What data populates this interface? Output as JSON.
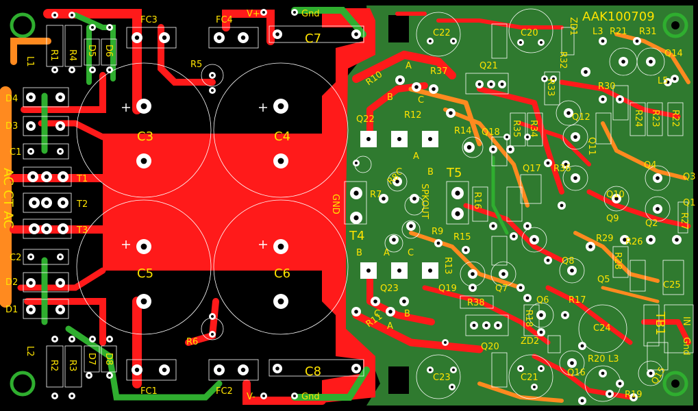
{
  "board": {
    "title": "AAK100709",
    "colors": {
      "background": "#000000",
      "copper_top": "#ff1a1a",
      "copper_bottom": "#20a020",
      "ground_fill": "#2f7a2f",
      "silkscreen": "#ffffff",
      "designator": "#ffe400",
      "trace_orange": "#ff8a1f"
    }
  },
  "labels": {
    "power_rails": {
      "vplus": "V+",
      "vminus": "V-",
      "gnd_top": "Gnd",
      "gnd_bottom": "Gnd"
    },
    "ac_label": "AC CT AC",
    "gnd_vertical": "GND",
    "spkout": "SPKOUT",
    "in_label": "IN",
    "gnd_right": "Gnd"
  },
  "components": [
    {
      "ref": "FC3"
    },
    {
      "ref": "FC4"
    },
    {
      "ref": "C7"
    },
    {
      "ref": "R5"
    },
    {
      "ref": "C3"
    },
    {
      "ref": "C4"
    },
    {
      "ref": "C5"
    },
    {
      "ref": "C6"
    },
    {
      "ref": "R6"
    },
    {
      "ref": "FC1"
    },
    {
      "ref": "FC2"
    },
    {
      "ref": "C8"
    },
    {
      "ref": "R1"
    },
    {
      "ref": "R4"
    },
    {
      "ref": "D5"
    },
    {
      "ref": "D6"
    },
    {
      "ref": "L1"
    },
    {
      "ref": "D4"
    },
    {
      "ref": "D3"
    },
    {
      "ref": "C1"
    },
    {
      "ref": "T1"
    },
    {
      "ref": "T2"
    },
    {
      "ref": "T3"
    },
    {
      "ref": "C2"
    },
    {
      "ref": "D2"
    },
    {
      "ref": "D1"
    },
    {
      "ref": "L2"
    },
    {
      "ref": "R2"
    },
    {
      "ref": "R3"
    },
    {
      "ref": "D7"
    },
    {
      "ref": "D8"
    },
    {
      "ref": "C22"
    },
    {
      "ref": "C20"
    },
    {
      "ref": "R10"
    },
    {
      "ref": "R37"
    },
    {
      "ref": "Q21"
    },
    {
      "ref": "Q22"
    },
    {
      "ref": "R12"
    },
    {
      "ref": "R14"
    },
    {
      "ref": "Q18"
    },
    {
      "ref": "T5"
    },
    {
      "ref": "R7"
    },
    {
      "ref": "R8"
    },
    {
      "ref": "R9"
    },
    {
      "ref": "T4"
    },
    {
      "ref": "R15"
    },
    {
      "ref": "R13"
    },
    {
      "ref": "Q19"
    },
    {
      "ref": "Q23"
    },
    {
      "ref": "R38"
    },
    {
      "ref": "R11"
    },
    {
      "ref": "Q20"
    },
    {
      "ref": "C23"
    },
    {
      "ref": "C21"
    },
    {
      "ref": "ZD1"
    },
    {
      "ref": "ZD2"
    },
    {
      "ref": "L3"
    },
    {
      "ref": "R21"
    },
    {
      "ref": "R31"
    },
    {
      "ref": "Q14"
    },
    {
      "ref": "R32"
    },
    {
      "ref": "R30"
    },
    {
      "ref": "Q12"
    },
    {
      "ref": "Q11"
    },
    {
      "ref": "R24"
    },
    {
      "ref": "R23"
    },
    {
      "ref": "R22"
    },
    {
      "ref": "R33"
    },
    {
      "ref": "R35"
    },
    {
      "ref": "R34"
    },
    {
      "ref": "R36"
    },
    {
      "ref": "Q17"
    },
    {
      "ref": "Q10"
    },
    {
      "ref": "Q4"
    },
    {
      "ref": "Q3"
    },
    {
      "ref": "Q1"
    },
    {
      "ref": "Q9"
    },
    {
      "ref": "Q2"
    },
    {
      "ref": "R29"
    },
    {
      "ref": "R26"
    },
    {
      "ref": "R27"
    },
    {
      "ref": "R16"
    },
    {
      "ref": "Q8"
    },
    {
      "ref": "Q5"
    },
    {
      "ref": "Q7"
    },
    {
      "ref": "Q6"
    },
    {
      "ref": "R17"
    },
    {
      "ref": "R18"
    },
    {
      "ref": "R28"
    },
    {
      "ref": "C24"
    },
    {
      "ref": "TB1"
    },
    {
      "ref": "C25"
    },
    {
      "ref": "R20"
    },
    {
      "ref": "Q16"
    },
    {
      "ref": "Q15"
    },
    {
      "ref": "R19"
    },
    {
      "ref": "L5"
    }
  ],
  "transistor_pins": {
    "a": "A",
    "b": "B",
    "c": "C"
  }
}
